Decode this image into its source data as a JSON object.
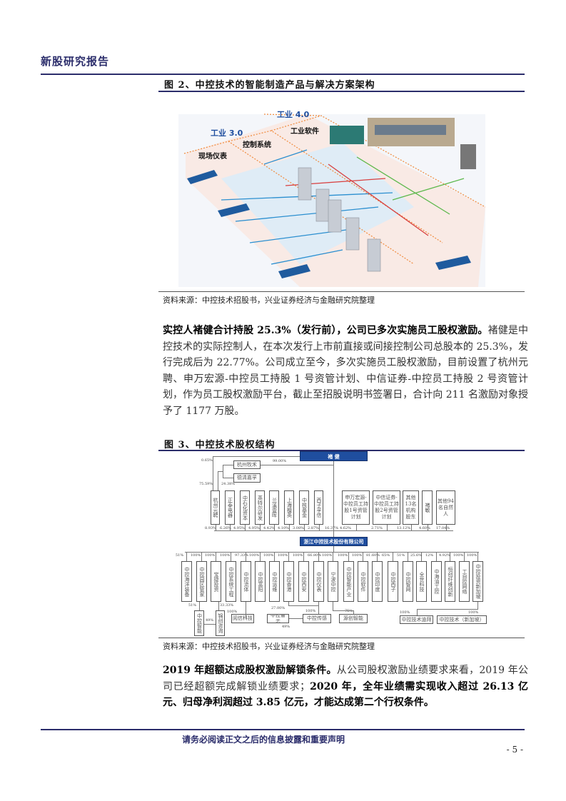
{
  "header": {
    "title": "新股研究报告"
  },
  "figure2": {
    "title": "图 2、中控技术的智能制造产品与解决方案架构",
    "image_labels": [
      "工业 3.0",
      "工业 4.0",
      "现场仪表",
      "控制系统",
      "工业软件"
    ],
    "source": "资料来源：中控技术招股书，兴业证券经济与金融研究院整理"
  },
  "para1": {
    "bold": "实控人褚健合计持股 25.3%（发行前），公司已多次实施员工股权激励。",
    "text": "褚健是中控技术的实际控制人，在本次发行上市前直接或间接控制公司总股本的 25.3%，发行完成后为 22.77%。公司成立至今，多次实施员工股权激励，目前设置了杭州元聘、申万宏源-中控员工持股 1 号资管计划、中信证券-中控员工持股 2 号资管计划，作为员工股权激励平台，截止至招股说明书签署日，合计向 211 名激励对象授予了 1177 万股。"
  },
  "figure3": {
    "title": "图 3、中控技术股权结构",
    "controller": "褚 健",
    "holding_cos": [
      {
        "name": "杭州牧禾",
        "pct": "99.00%"
      },
      {
        "name": "德清嘉孚",
        "pct": ""
      }
    ],
    "holding_pcts": {
      "mu_he_to_yuanpin": "0.65%",
      "chujian_to_yuanpin": "75.59%",
      "jiafu_to_yuanpin": "24.38%"
    },
    "shareholders": [
      {
        "name": "杭州元聘",
        "pct": "8.93%"
      },
      {
        "name": "正泰电器",
        "pct": "6.26%"
      },
      {
        "name": "中石化资本",
        "pct": "4.95%"
      },
      {
        "name": "英特尔研发",
        "pct": "4.95%"
      },
      {
        "name": "兰溪壹晖",
        "pct": "4.42%"
      },
      {
        "name": "上海檀英",
        "pct": "4.10%"
      },
      {
        "name": "中核基金",
        "pct": "3.08%"
      },
      {
        "name": "西子孚信",
        "pct": "2.87%"
      },
      {
        "name": "褚健",
        "pct": "16.37%"
      },
      {
        "name": "申万宏源-中控员工持股1号资管计划",
        "pct": "4.62%"
      },
      {
        "name": "中信证券-中控员工持股2号资管计划",
        "pct": "2.71%"
      },
      {
        "name": "其他13名机构股东",
        "pct": "13.12%"
      },
      {
        "name": "褚敏",
        "pct": "4.60%"
      },
      {
        "name": "其他94名自然人",
        "pct": "17.04%"
      }
    ],
    "company": "浙江中控技术股份有限公司",
    "subsidiaries": [
      {
        "name": "中控海洋装备",
        "pct": "51%"
      },
      {
        "name": "中控园区管家",
        "pct": "100%"
      },
      {
        "name": "宝捷投资",
        "pct": "100%"
      },
      {
        "name": "中控系统工程",
        "pct": "100%"
      },
      {
        "name": "中控流体",
        "pct": "97.33%"
      },
      {
        "name": "中控富阳",
        "pct": "100%"
      },
      {
        "name": "中控运维",
        "pct": "100%"
      },
      {
        "name": "中控香港",
        "pct": "100%"
      },
      {
        "name": "中控西安",
        "pct": "100%"
      },
      {
        "name": "中控仪表",
        "pct": "66.80%"
      },
      {
        "name": "宁波中控",
        "pct": "100%"
      },
      {
        "name": "中控智能产业",
        "pct": "100%"
      },
      {
        "name": "中控软件",
        "pct": "100%"
      },
      {
        "name": "中控印度",
        "pct": "81.60%"
      },
      {
        "name": "中控西子",
        "pct": "65%"
      },
      {
        "name": "中控智网",
        "pct": "51%"
      },
      {
        "name": "全世科技",
        "pct": "25.6%"
      },
      {
        "name": "中海油工控",
        "pct": "12%"
      },
      {
        "name": "恒创纤维创新",
        "pct": "4.92%"
      },
      {
        "name": "工自控网络",
        "pct": "100%"
      },
      {
        "name": "中控投资新加坡",
        "pct": "100%"
      }
    ],
    "second_level": [
      {
        "name": "中控智能",
        "pct": "51%"
      },
      {
        "name": "锦创咨询",
        "pct": "33.33%"
      },
      {
        "name": "阅信科技",
        "pct": "100%"
      },
      {
        "name": "中控睿芯",
        "pct": "49%"
      },
      {
        "name": "中控传感",
        "pct": "100%"
      },
      {
        "name": "源创智能",
        "pct": "75%"
      },
      {
        "name": "中控技术迪拜",
        "pct": "100%"
      },
      {
        "name": "中控技术（新加坡）",
        "pct": "100%"
      }
    ],
    "other_pcts": {
      "jinchuang_to_zhineng": "49%",
      "hk_to_yibiao": "27.00%"
    },
    "source": "资料来源：中控技术招股书，兴业证券经济与金融研究院整理"
  },
  "para2": {
    "bold1": "2019 年超额达成股权激励解锁条件。",
    "text1": "从公司股权激励业绩要求来看，2019 年公司已经超额完成解锁业绩要求；",
    "bold2": "2020 年，全年业绩需实现收入超过 26.13 亿元、归母净利润超过 3.85 亿元，才能达成第二个行权条件。"
  },
  "footer": {
    "disclaimer": "请务必阅读正文之后的信息披露和重要声明",
    "page": "- 5 -"
  },
  "colors": {
    "brand": "#2b2d6b",
    "box_blue": "#1f4e9f"
  }
}
